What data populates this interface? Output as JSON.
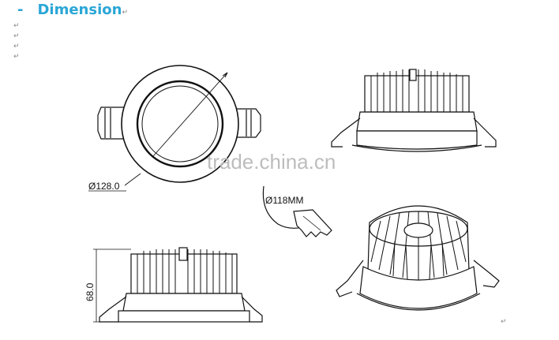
{
  "heading": {
    "dash": "-",
    "text": "Dimension",
    "para_mark": "↵"
  },
  "para_marks": [
    "↵",
    "↵",
    "↵",
    "↵",
    "↵"
  ],
  "labels": {
    "outer_diameter": "Ø128.0",
    "cutout": "Ø118MM",
    "height": "68.0"
  },
  "watermark": "trade.china.cn",
  "colors": {
    "heading": "#2aa6d6",
    "line": "#111111",
    "watermark": "#bdbdbd"
  }
}
